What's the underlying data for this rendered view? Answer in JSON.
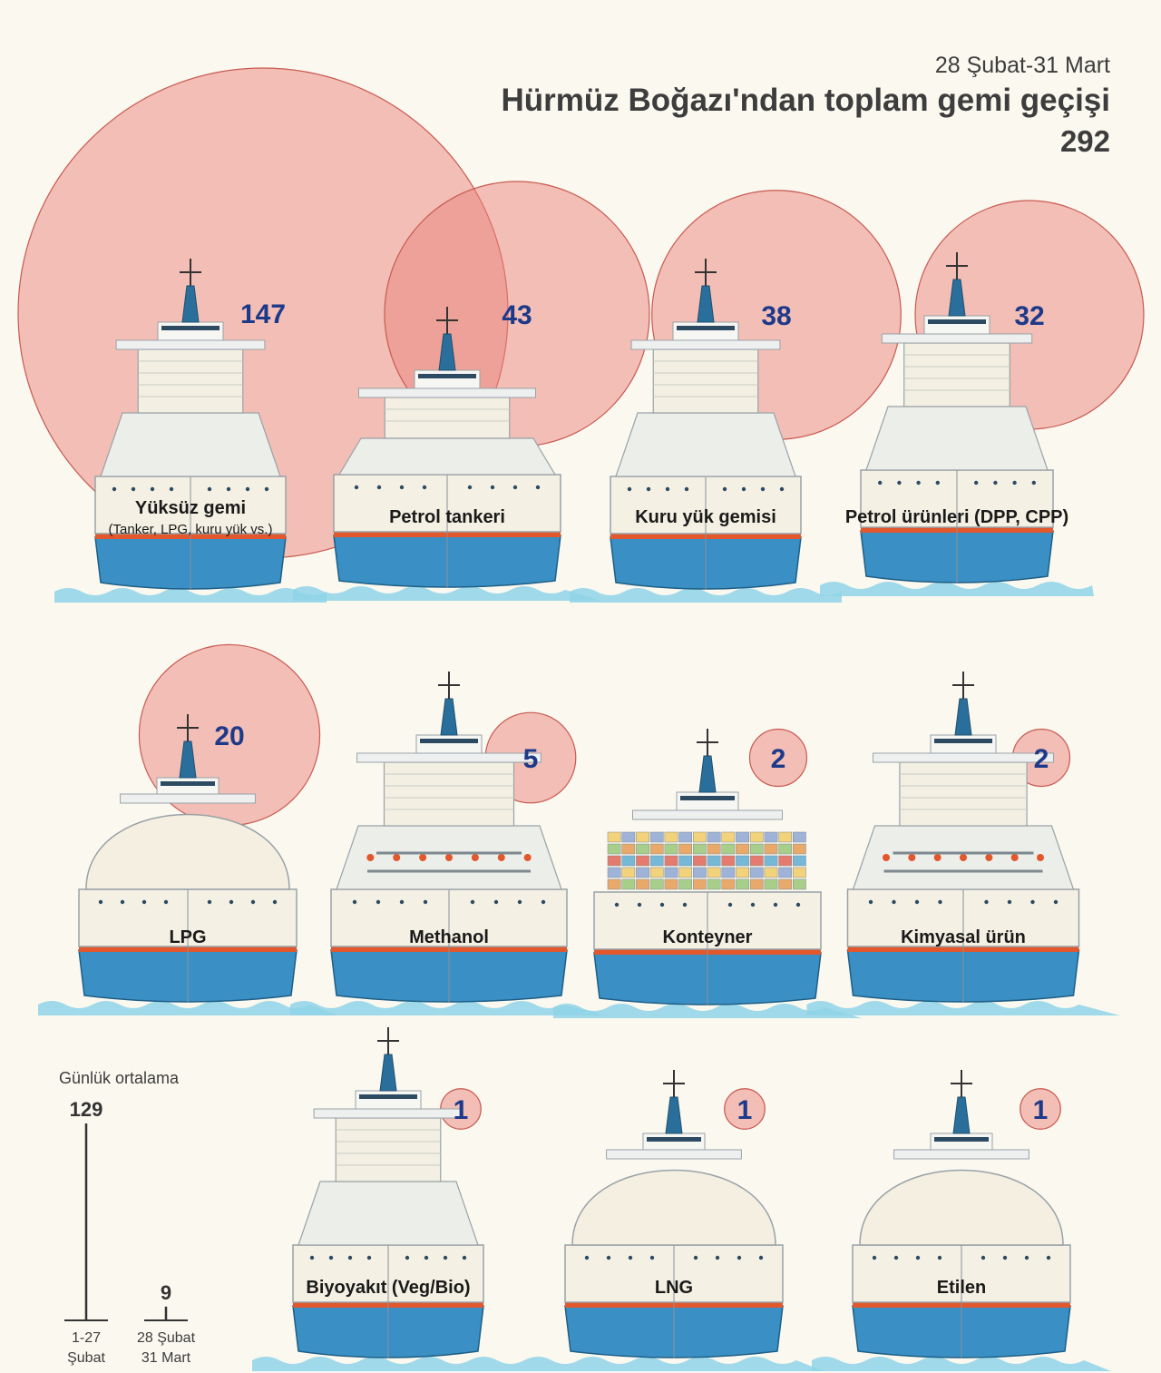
{
  "header": {
    "subtitle": "28 Şubat-31 Mart",
    "title": "Hürmüz Boğazı'ndan toplam gemi geçişi",
    "total": "292"
  },
  "colors": {
    "bubble": "#e9847c",
    "value_text": "#1d3a8a",
    "hull_blue": "#3a8fc4",
    "hull_stripe": "#e2572b",
    "deck": "#f4f0e3",
    "water": "#8fd3e8",
    "background": "#faf8ef"
  },
  "chart_data": [
    {
      "type": "bubble",
      "title": "Hürmüz Boğazı'ndan toplam gemi geçişi",
      "subtitle": "28 Şubat-31 Mart",
      "total": 292,
      "categories": [
        {
          "label": "Yüksüz gemi",
          "sublabel": "(Tanker, LPG, kuru yük vs.)",
          "value": 147,
          "ship": "bulk"
        },
        {
          "label": "Petrol tankeri",
          "value": 43,
          "ship": "tanker"
        },
        {
          "label": "Kuru yük gemisi",
          "value": 38,
          "ship": "bulk"
        },
        {
          "label": "Petrol ürünleri (DPP, CPP)",
          "value": 32,
          "ship": "bulk"
        },
        {
          "label": "LPG",
          "value": 20,
          "ship": "gas"
        },
        {
          "label": "Methanol",
          "value": 5,
          "ship": "chemical"
        },
        {
          "label": "Konteyner",
          "value": 2,
          "ship": "container"
        },
        {
          "label": "Kimyasal ürün",
          "value": 2,
          "ship": "chemical"
        },
        {
          "label": "Biyoyakıt (Veg/Bio)",
          "value": 1,
          "ship": "bulk"
        },
        {
          "label": "LNG",
          "value": 1,
          "ship": "gas"
        },
        {
          "label": "Etilen",
          "value": 1,
          "ship": "gas"
        }
      ]
    },
    {
      "type": "bar",
      "title": "Günlük ortalama",
      "categories": [
        "1-27 Şubat",
        "28 Şubat 31 Mart"
      ],
      "category_lines": [
        [
          "1-27",
          "Şubat"
        ],
        [
          "28 Şubat",
          "31 Mart"
        ]
      ],
      "values": [
        129,
        9
      ]
    }
  ]
}
